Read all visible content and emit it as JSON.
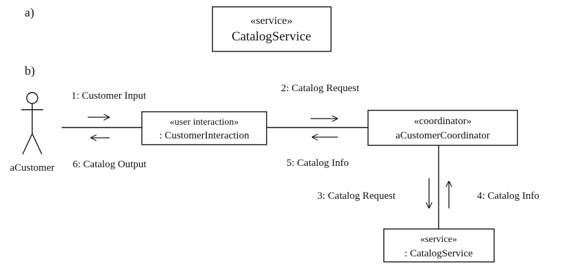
{
  "labels": {
    "part_a": "a)",
    "part_b": "b)"
  },
  "service_box": {
    "stereotype": "«service»",
    "name": "CatalogService"
  },
  "actor": {
    "name": "aCustomer"
  },
  "objects": {
    "customer_interaction": {
      "stereotype": "«user interaction»",
      "name": ": CustomerInteraction"
    },
    "coordinator": {
      "stereotype": "«coordinator»",
      "name": "aCustomerCoordinator"
    },
    "catalog_service": {
      "stereotype": "«service»",
      "name": ": CatalogService"
    }
  },
  "messages": {
    "m1": "1: Customer Input",
    "m2": "2: Catalog Request",
    "m3": "3: Catalog Request",
    "m4": "4: Catalog Info",
    "m5": "5: Catalog Info",
    "m6": "6: Catalog Output"
  }
}
